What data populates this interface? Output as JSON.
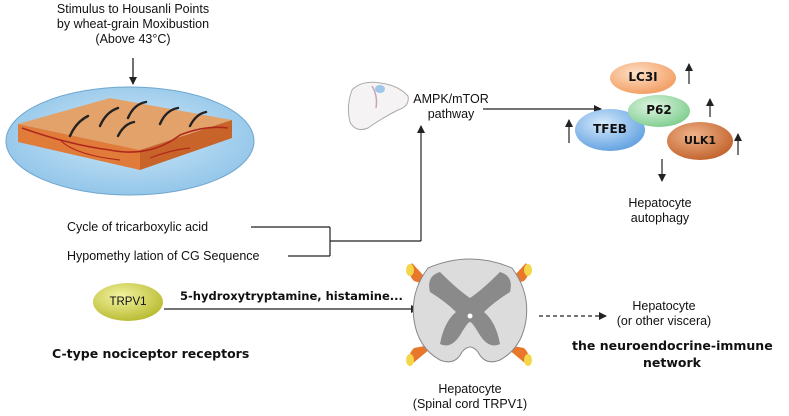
{
  "stimulus": {
    "line1": "Stimulus to Housanli Points",
    "line2": "by wheat-grain Moxibustion",
    "line3": "(Above 43°C)"
  },
  "pathway": {
    "line1": "AMPK/mTOR",
    "line2": "pathway"
  },
  "proteins": {
    "lc3": "LC3I",
    "p62": "P62",
    "tfeb": "TFEB",
    "ulk1": "ULK1"
  },
  "autophagy": {
    "line1": "Hepatocyte",
    "line2": "autophagy"
  },
  "inputs": {
    "tca": "Cycle of tricarboxylic acid",
    "cg": "Hypomethy lation of CG Sequence"
  },
  "trpv1": {
    "label": "TRPV1",
    "mediators": "5-hydroxytryptamine, histamine...",
    "receptor": "C-type nociceptor receptors"
  },
  "spinal": {
    "line1": "Hepatocyte",
    "line2": "(Spinal cord TRPV1)"
  },
  "viscera": {
    "line1": "Hepatocyte",
    "line2": "(or other viscera)",
    "network1": "the neuroendocrine-immune",
    "network2": "network"
  },
  "colors": {
    "skin_disc": "#a9d3ee",
    "skin_tissue": "#d9955a",
    "lc3": "#f6b17e",
    "p62": "#a6deb0",
    "tfeb": "#7fb6ea",
    "ulk1": "#d2773b",
    "trpv1": "#cfd14a",
    "grey_matter": "#8a8a8a",
    "nerve_root": "#e8762b"
  }
}
